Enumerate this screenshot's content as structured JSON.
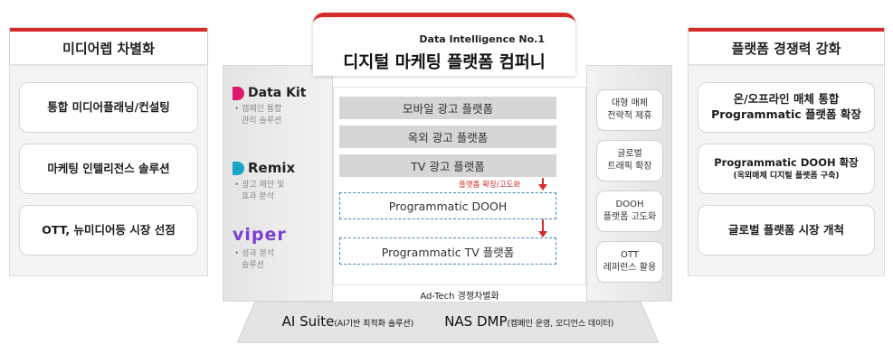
{
  "left_panel": {
    "title": "미디어렙 차별화",
    "items": [
      "통합 미디어플래닝/컨설팅",
      "마케팅 인텔리전스 솔루션",
      "OTT, 뉴미디어등 시장 선점"
    ]
  },
  "right_panel": {
    "title": "플랫폼 경쟁력 강화",
    "items": [
      {
        "line1": "온/오프라인 매체 통합",
        "line2": "Programmatic 플랫폼 확장",
        "sub": ""
      },
      {
        "line1": "Programmatic DOOH 확장",
        "line2": "",
        "sub": "(옥외매체 디지털 플랫폼 구축)"
      },
      {
        "line1": "글로벌 플랫폼 시장 개척",
        "line2": "",
        "sub": ""
      }
    ]
  },
  "products": [
    {
      "name": "Data Kit",
      "desc1": "• 캠페인 통합",
      "desc2": "관리 솔루션",
      "color": "#e0196d"
    },
    {
      "name": "Remix",
      "desc1": "• 광고 제안 및",
      "desc2": "효과 분석",
      "color": "#18a5c4"
    },
    {
      "name": "viper",
      "desc1": "• 성과 분석",
      "desc2": "솔루션",
      "color": "#7b3fd0"
    }
  ],
  "center": {
    "subtitle": "Data Intelligence No.1",
    "title": "디지털 마케팅 플랫폼 컴퍼니",
    "bars": [
      "모바일 광고 플랫폼",
      "옥외 광고 플랫폼",
      "TV 광고 플랫폼"
    ],
    "expand_label": "플랫폼 확장/고도화",
    "dashed": [
      "Programmatic DOOH",
      "Programmatic TV 플랫폼"
    ],
    "footer": "Ad-Tech 경쟁차별화"
  },
  "features": [
    {
      "line1": "대형 매체",
      "line2": "전략적 제휴"
    },
    {
      "line1": "글로벌",
      "line2": "트래픽 확장"
    },
    {
      "line1": "DOOH",
      "line2": "플랫폼 고도화"
    },
    {
      "line1": "OTT",
      "line2": "레퍼런스 활용"
    }
  ],
  "base": {
    "ai_main": "AI Suite",
    "ai_sub": "(AI기반 최적화 솔루션)",
    "nas_main": "NAS DMP",
    "nas_sub": "(캠페인 운영, 오디언스 데이터)"
  },
  "colors": {
    "accent": "#d52b2b",
    "dashed_border": "#3f86c6",
    "bar": "#d6d6d6"
  }
}
